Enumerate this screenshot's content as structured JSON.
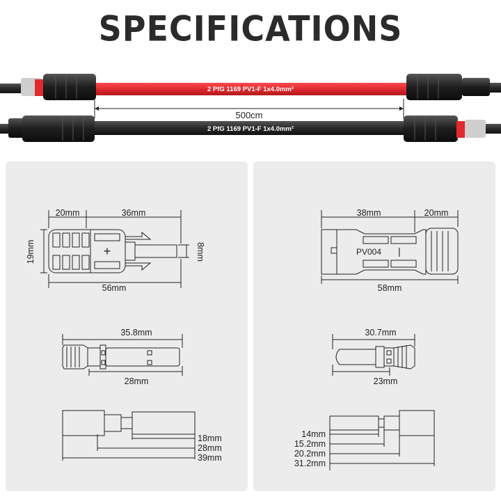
{
  "title": "SPECIFICATIONS",
  "cable": {
    "red_label": "2 PfG 1169 PV1-F 1x4.0mm²",
    "black_label": "2 PfG 1169 PV1-F 1x4.0mm²",
    "length": "500cm",
    "colors": {
      "red": "#e02a2f",
      "black": "#2a2a2a"
    }
  },
  "left_panel": {
    "connector": {
      "dim_front": "20mm",
      "dim_body": "36mm",
      "dim_height": "19mm",
      "dim_pin": "8mm",
      "dim_total": "56mm",
      "symbol": "+"
    },
    "pin": {
      "dim_total": "35.8mm",
      "dim_body": "28mm"
    },
    "terminal": {
      "dims": [
        "18mm",
        "28mm",
        "39mm"
      ]
    }
  },
  "right_panel": {
    "connector": {
      "dim_body": "38mm",
      "dim_back": "20mm",
      "model": "PV004",
      "symbol": "|",
      "dim_total": "58mm"
    },
    "pin": {
      "dim_total": "30.7mm",
      "dim_body": "23mm"
    },
    "terminal": {
      "dims": [
        "14mm",
        "15.2mm",
        "20.2mm",
        "31.2mm"
      ]
    }
  }
}
